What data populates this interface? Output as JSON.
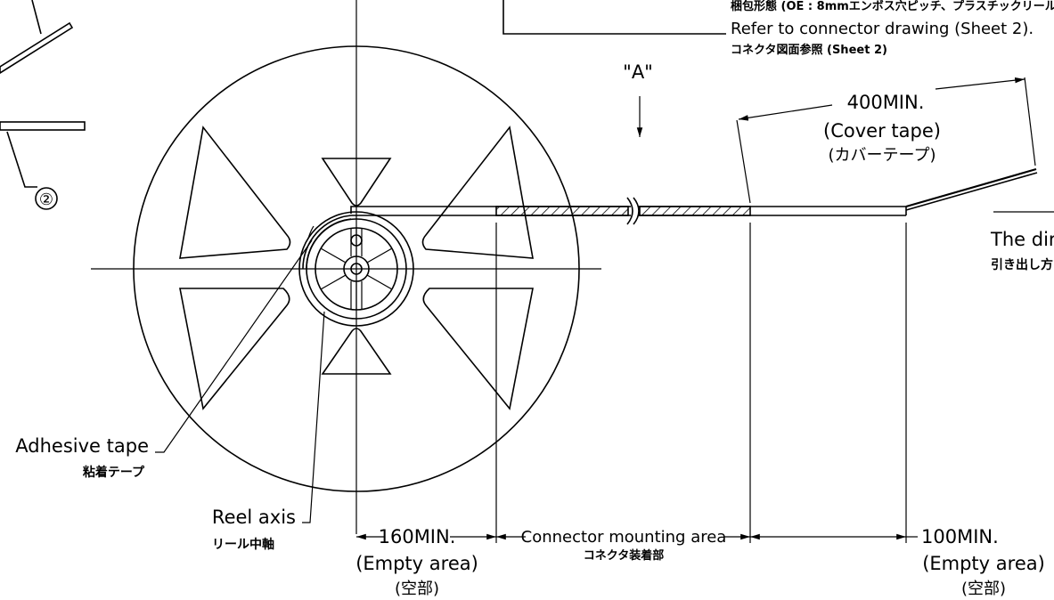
{
  "top_note": {
    "line1": "梱包形態 (OE : 8mmエンボス穴ピッチ、プラスチックリール",
    "line2": "Refer to connector drawing (Sheet 2).",
    "line3": "コネクタ図面参照 (Sheet 2)"
  },
  "view_label": "\"A\"",
  "circle_callout": "②",
  "cover_tape": {
    "dim": "400MIN.",
    "en": "(Cover tape)",
    "jp": "(カバーテープ)"
  },
  "direction_note": {
    "en": "The dir",
    "jp": "引き出し方"
  },
  "adhesive_tape": {
    "en": "Adhesive tape",
    "jp": "粘着テープ"
  },
  "reel_axis": {
    "en": "Reel axis",
    "jp": "リール中軸"
  },
  "empty_left": {
    "dim": "160MIN.",
    "en": "(Empty area)",
    "jp": "(空部)"
  },
  "mounting_area": {
    "en": "Connector mounting area",
    "jp": "コネクタ装着部"
  },
  "empty_right": {
    "dim": "100MIN.",
    "en": "(Empty area)",
    "jp": "(空部)"
  }
}
